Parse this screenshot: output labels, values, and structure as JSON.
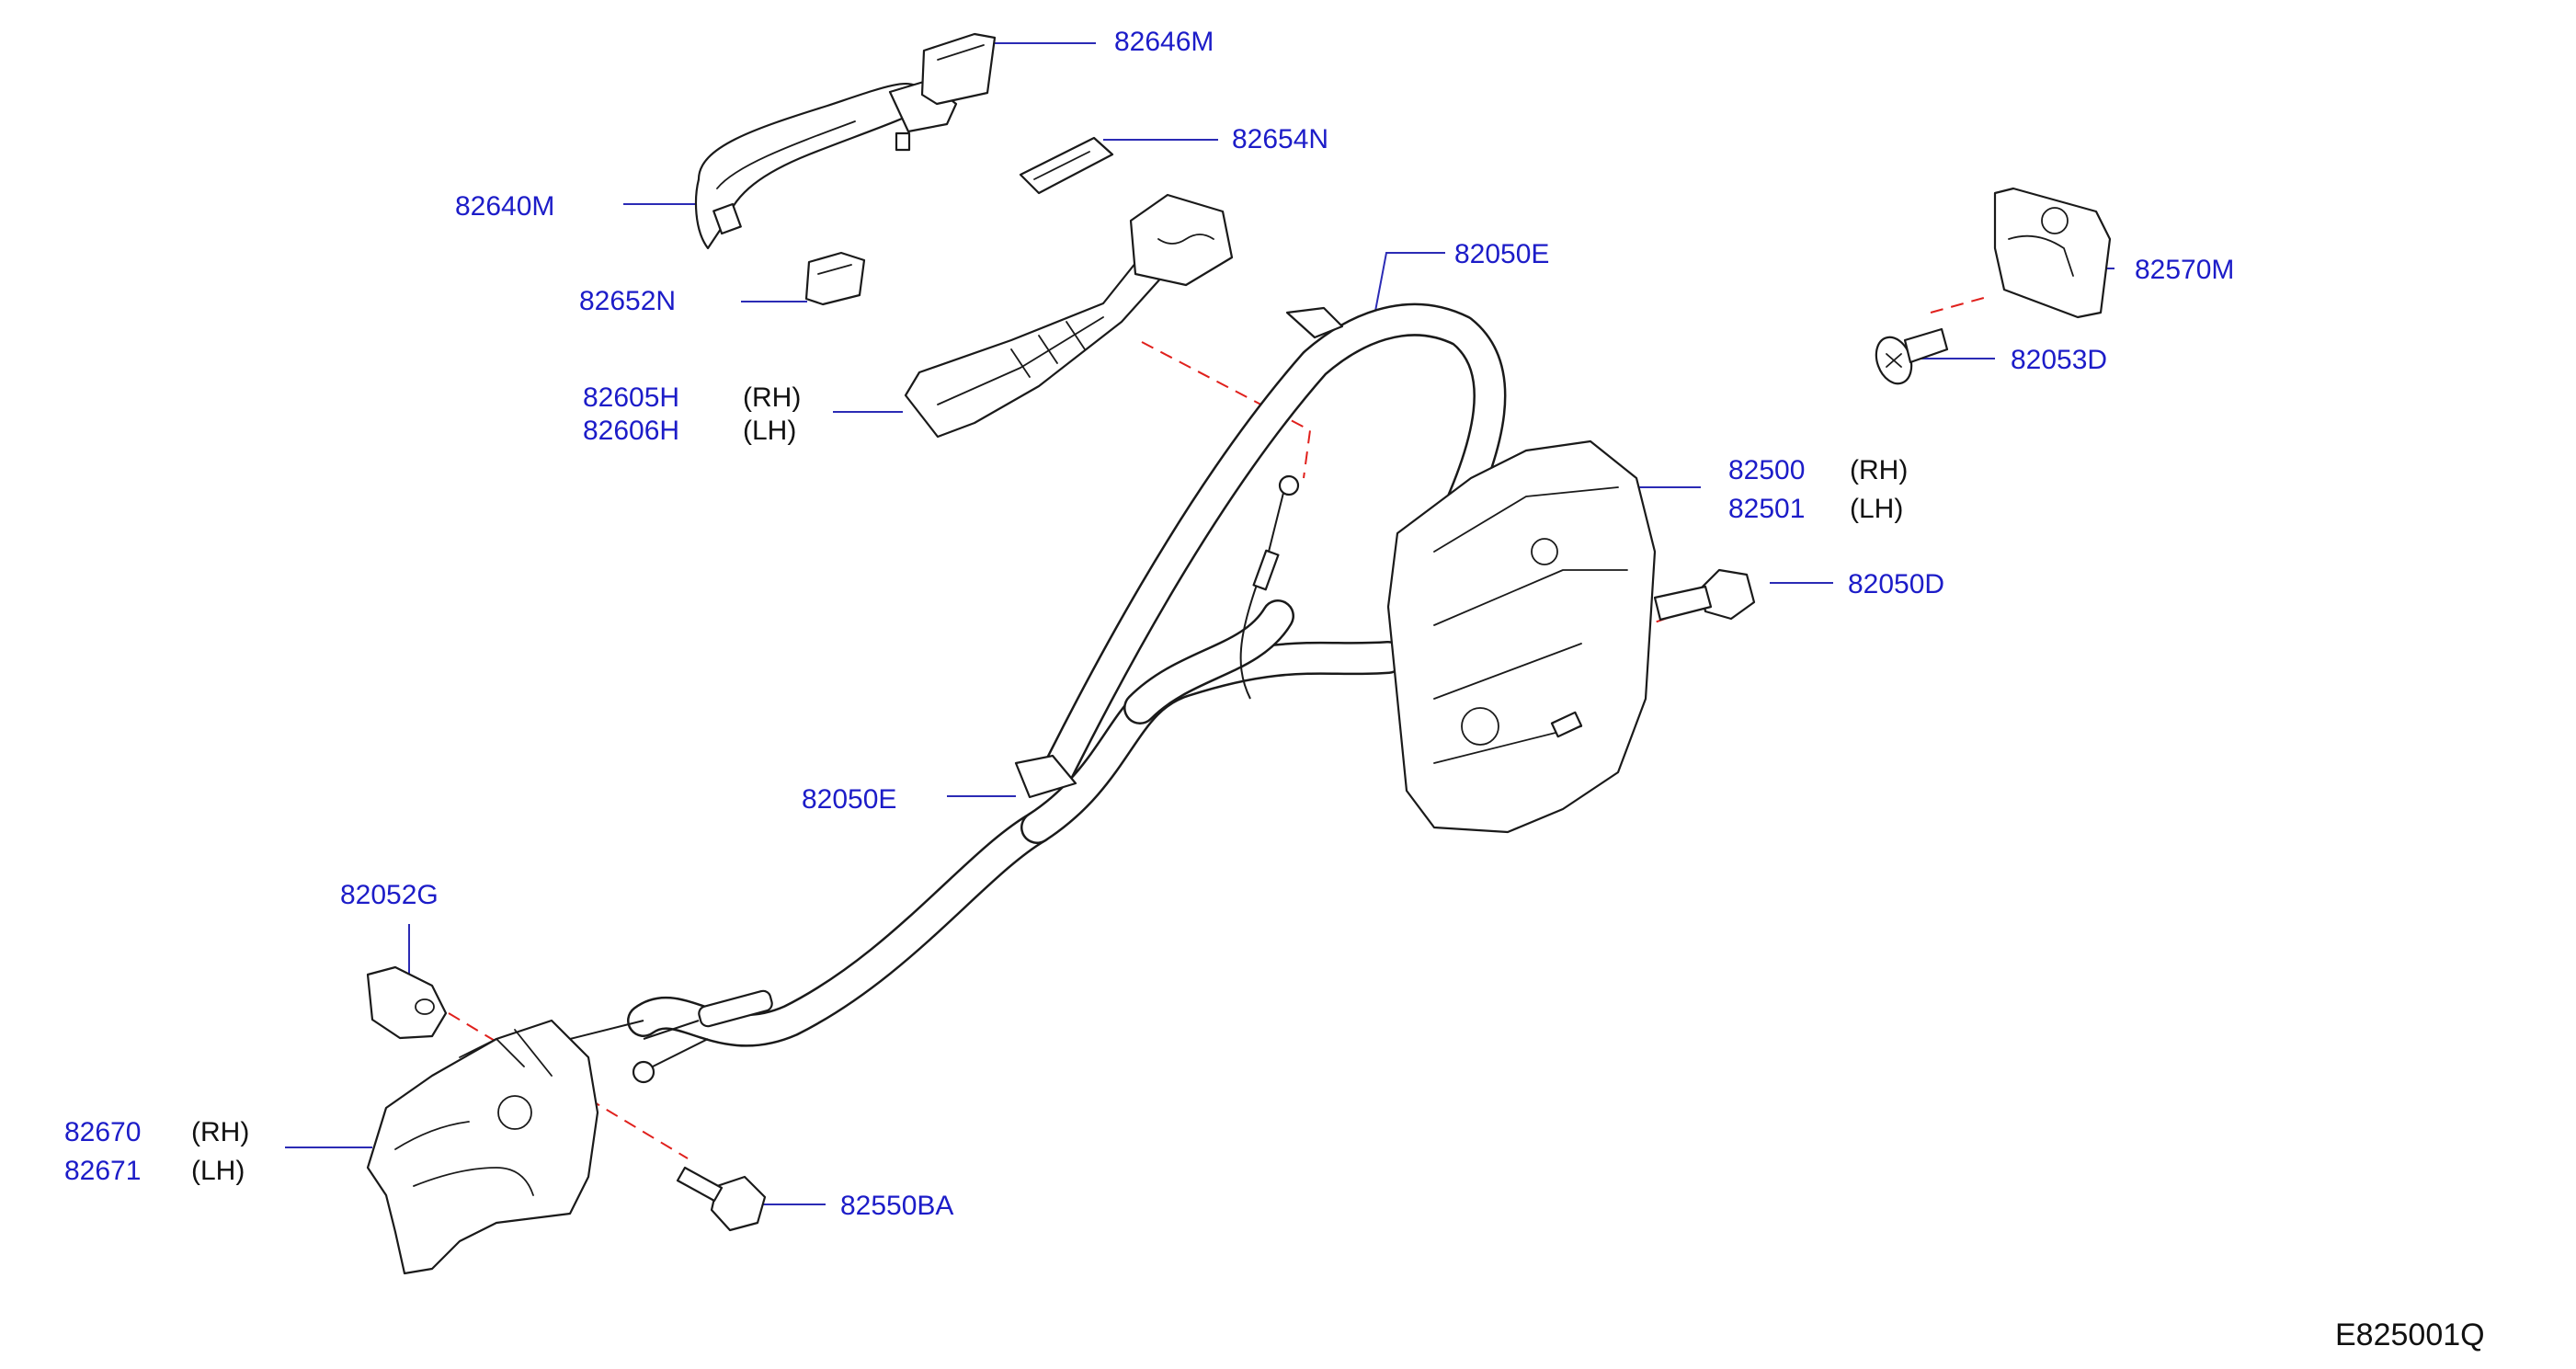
{
  "diagram_code": "E825001Q",
  "callouts": [
    {
      "id": "handle-cap",
      "part": "82646M",
      "side": ""
    },
    {
      "id": "handle-gasket",
      "part": "82654N",
      "side": ""
    },
    {
      "id": "outside-handle",
      "part": "82640M",
      "side": ""
    },
    {
      "id": "handle-escutcheon",
      "part": "82652N",
      "side": ""
    },
    {
      "id": "handle-bracket-rh",
      "part": "82605H",
      "side": "(RH)"
    },
    {
      "id": "handle-bracket-lh",
      "part": "82606H",
      "side": "(LH)"
    },
    {
      "id": "cable-upper",
      "part": "82050E",
      "side": ""
    },
    {
      "id": "striker",
      "part": "82570M",
      "side": ""
    },
    {
      "id": "striker-screw",
      "part": "82053D",
      "side": ""
    },
    {
      "id": "lock-rh",
      "part": "82500",
      "side": "(RH)"
    },
    {
      "id": "lock-lh",
      "part": "82501",
      "side": "(LH)"
    },
    {
      "id": "lock-screw",
      "part": "82050D",
      "side": ""
    },
    {
      "id": "cable-lower",
      "part": "82050E",
      "side": ""
    },
    {
      "id": "clip",
      "part": "82052G",
      "side": ""
    },
    {
      "id": "inside-handle-rh",
      "part": "82670",
      "side": "(RH)"
    },
    {
      "id": "inside-handle-lh",
      "part": "82671",
      "side": "(LH)"
    },
    {
      "id": "handle-bolt",
      "part": "82550BA",
      "side": ""
    }
  ]
}
